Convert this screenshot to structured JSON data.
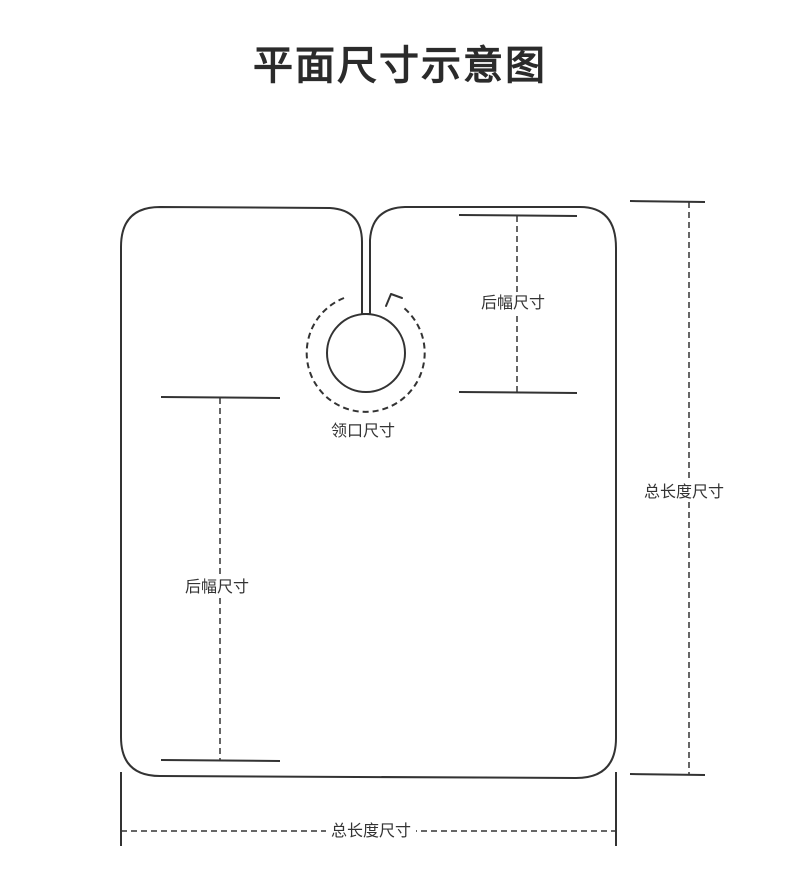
{
  "title": "平面尺寸示意图",
  "labels": {
    "back_width_top": "后幅尺寸",
    "back_width_left": "后幅尺寸",
    "neck": "领口尺寸",
    "total_length_right": "总长度尺寸",
    "total_length_bottom": "总长度尺寸"
  },
  "colors": {
    "stroke": "#333333",
    "text": "#333333"
  }
}
